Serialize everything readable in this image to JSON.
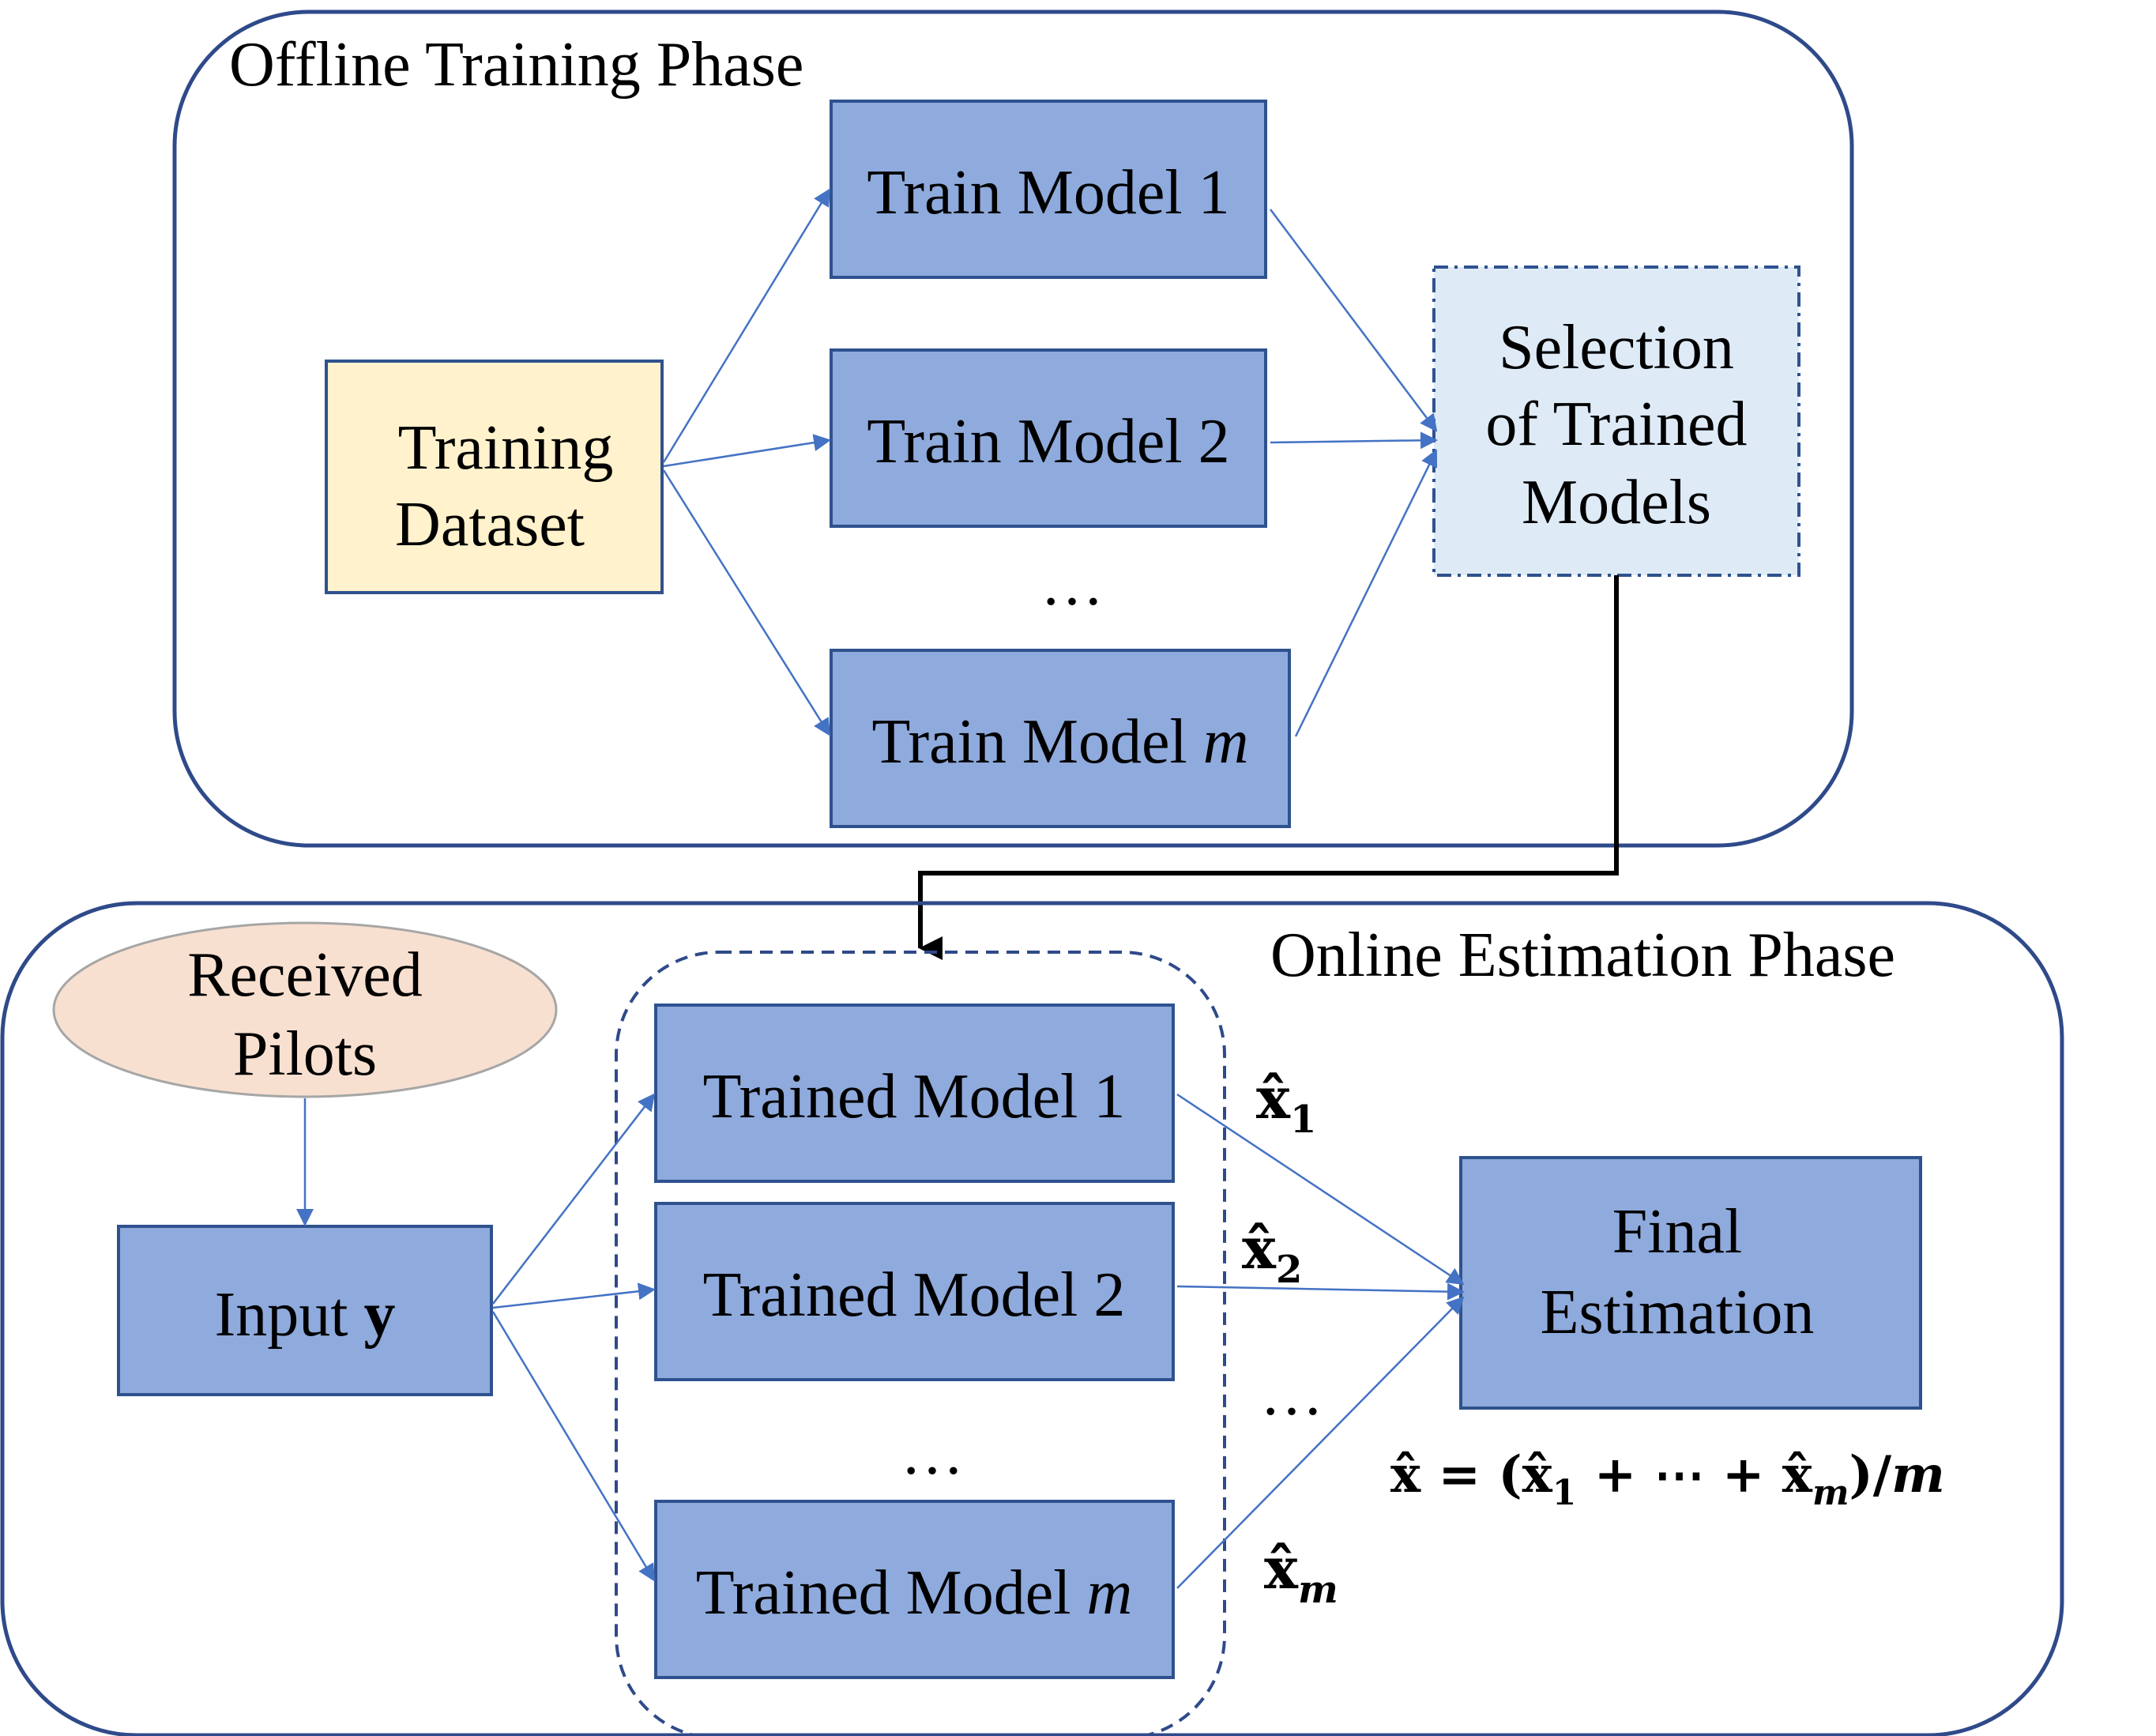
{
  "offline_phase": {
    "title": "Offline Training Phase",
    "training_dataset": [
      "Training",
      "Dataset"
    ],
    "train_models": [
      {
        "prefix": "Train Model ",
        "index": "1"
      },
      {
        "prefix": "Train Model ",
        "index": "2"
      },
      {
        "prefix": "Train Model ",
        "index": "m"
      }
    ],
    "ellipsis": "…",
    "selection": [
      "Selection",
      "of Trained",
      "Models"
    ]
  },
  "online_phase": {
    "title": "Online Estimation Phase",
    "received_pilots": [
      "Received",
      "Pilots"
    ],
    "input": {
      "prefix": "Input ",
      "var": "y"
    },
    "trained_models": [
      {
        "prefix": "Trained Model ",
        "index": "1"
      },
      {
        "prefix": "Trained Model ",
        "index": "2"
      },
      {
        "prefix": "Trained Model ",
        "index": "m"
      }
    ],
    "ellipsis_left": "…",
    "ellipsis_right": "…",
    "estimates": [
      {
        "base": "x̂",
        "sub": "1"
      },
      {
        "base": "x̂",
        "sub": "2"
      },
      {
        "base": "x̂",
        "sub": "m"
      }
    ],
    "final_estimation": [
      "Final",
      "Estimation"
    ],
    "formula": {
      "lhs": "x̂ =  (",
      "t1": "x̂",
      "s1": "1",
      "mid": " + ⋯ + ",
      "t2": "x̂",
      "s2": "m",
      "rhs": ")/",
      "m": "m"
    }
  },
  "colors": {
    "frame": "#2F4A8A",
    "model_fill": "#8FAADC",
    "model_stroke": "#2F528F",
    "dataset_fill": "#FFF2CC",
    "selection_fill": "#DEEBF7",
    "pilots_fill": "#F8E0D0",
    "arrow": "#4472C4"
  }
}
